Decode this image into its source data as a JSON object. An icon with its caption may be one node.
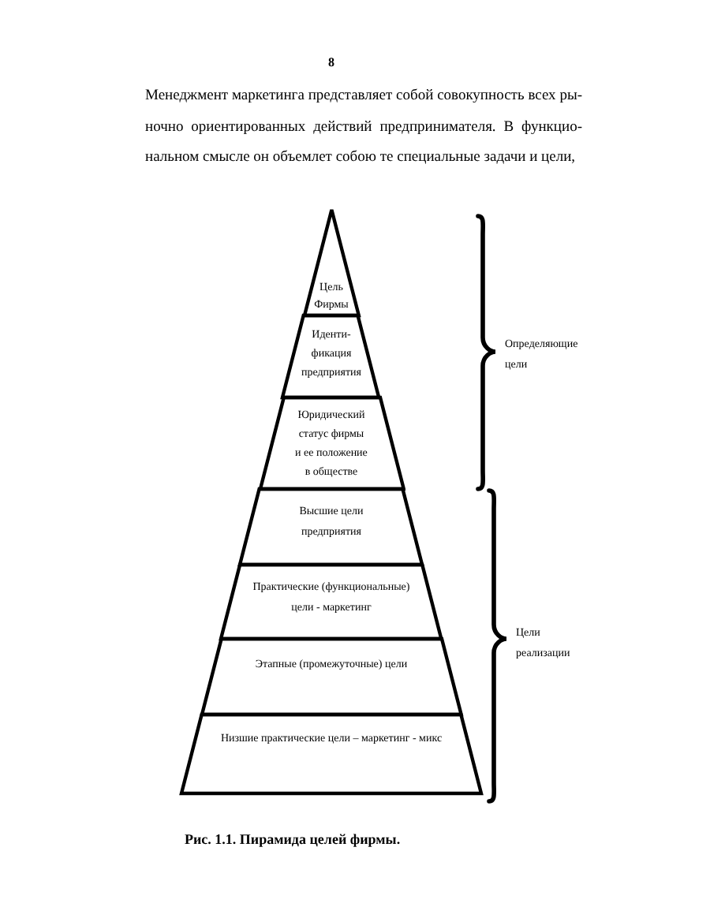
{
  "diagram": {
    "caption": "Рис. 1.1. Пирамида целей фирмы.",
    "nodes": [
      {
        "text": [
          "Цель Фирмы"
        ]
      },
      {
        "text": [
          "Иденти- фикация предприятия"
        ]
      },
      {
        "text": [
          "Юридический статус фирмы и ее положение в обществе"
        ]
      },
      {
        "text": [
          "Высшие цели предприятия"
        ]
      },
      {
        "text": [
          "Практические (функциональные) цели - маркетинг"
        ]
      },
      {
        "text": [
          "Этапные (промежуточные) цели"
        ]
      },
      {
        "text": [
          "Низшие практические цели – маркетинг - микс"
        ]
      }
    ],
    "labels": [
      "8",
      "Менеджмент маркетинга представляет собой совокупность всех ры- ночно ориентированных действий предпринимателя. В функцио- нальном смысле он объемлет собою те специальные задачи и цели,",
      "Определяющие цели",
      "Цели реализации"
    ]
  }
}
